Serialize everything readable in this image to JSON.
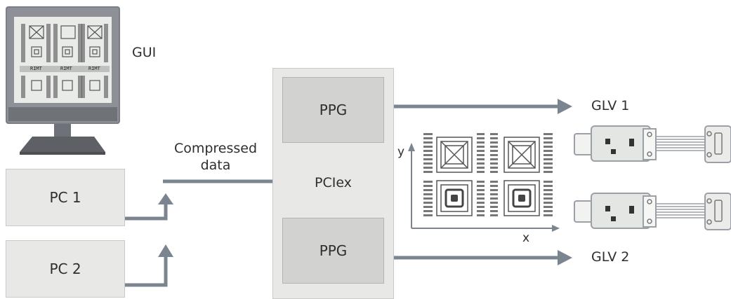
{
  "gui": {
    "label": "GUI"
  },
  "pcs": [
    {
      "label": "PC 1"
    },
    {
      "label": "PC 2"
    }
  ],
  "link": {
    "label_line1": "Compressed",
    "label_line2": "data"
  },
  "pciex": {
    "label": "PCIex",
    "ppg_top": "PPG",
    "ppg_bottom": "PPG"
  },
  "outputs": [
    {
      "label": "GLV  1"
    },
    {
      "label": "GLV  2"
    }
  ],
  "pattern": {
    "y_axis": "y",
    "x_axis": "x"
  },
  "monitor_text": {
    "panel_label": "RIMT"
  },
  "colors": {
    "arrow": "#7b8590",
    "box": "#e8e9e7",
    "ppg": "#d2d3d1"
  }
}
